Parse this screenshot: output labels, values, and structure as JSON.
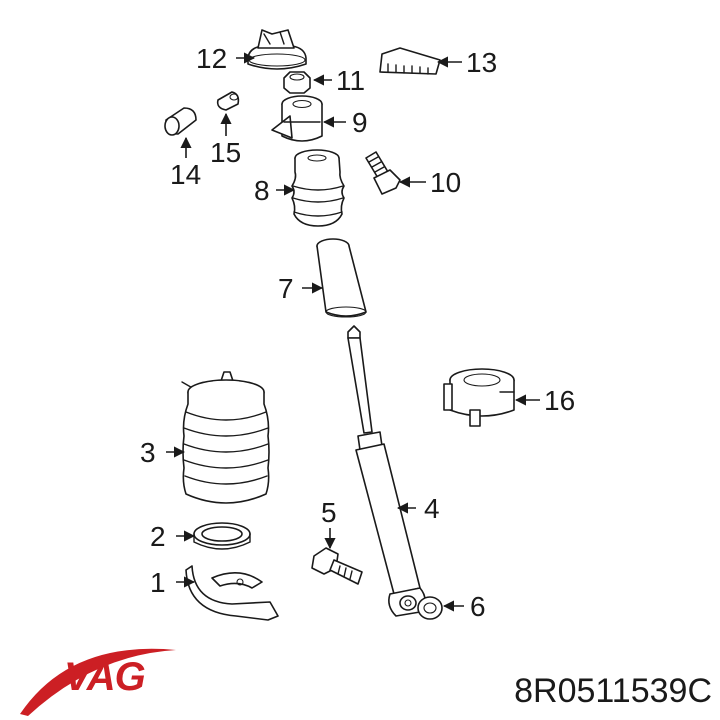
{
  "diagram": {
    "callouts": [
      "1",
      "2",
      "3",
      "4",
      "5",
      "6",
      "7",
      "8",
      "9",
      "10",
      "11",
      "12",
      "13",
      "14",
      "15",
      "16"
    ]
  },
  "brand": {
    "logo_text": "VAG",
    "logo_color": "#cc1f24"
  },
  "part_number": "8R0511539C"
}
